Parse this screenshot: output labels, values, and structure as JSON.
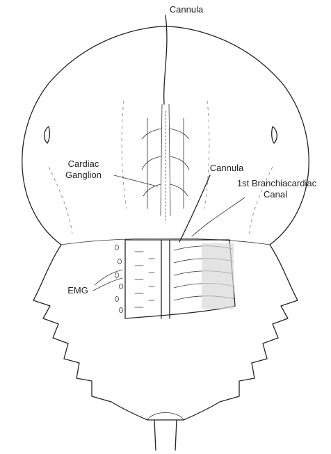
{
  "diagram": {
    "labels": {
      "cannula_top": "Cannula",
      "cardiac_ganglion_line1": "Cardiac",
      "cardiac_ganglion_line2": "Ganglion",
      "cannula_right": "Cannula",
      "canal_line1": "1st Branchiacardiac",
      "canal_line2": "Canal",
      "emg": "EMG"
    },
    "colors": {
      "ink": "#222222",
      "background": "#ffffff"
    }
  }
}
